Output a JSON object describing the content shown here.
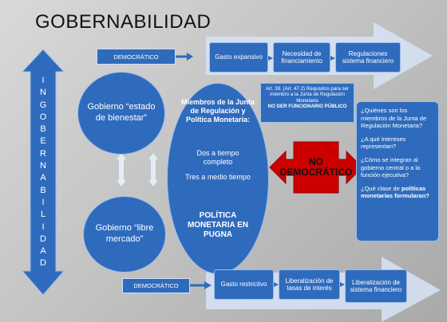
{
  "title": "GOBERNABILIDAD",
  "side_word": "INGOBERNABILIDAD",
  "top_tag": "DEMOCRÁTICO",
  "top_boxes": [
    "Gasto expansivo",
    "Necesidad de financiamiento",
    "Regulaciones sistema financiero"
  ],
  "bottom_tag": "DEMOCRÁTICO",
  "bottom_boxes": [
    "Gasto restrictivo",
    "Liberalización de tasas de interés",
    "Liberalización de sistema financiero"
  ],
  "circle_top": "Gobierno “estado de bienestar”",
  "circle_bottom": "Gobierno “libre mercado”",
  "oval": {
    "heading": "Miembros de la Junta de Regulación y Política Monetaria:",
    "line1": "Dos a tiempo completo",
    "line2": "Tres a medio tiempo",
    "footer": "POLÍTICA MONETARIA EN PUGNA"
  },
  "requirement_box": {
    "text": "Art. 39. (Art. 47.2) Requisitos para ser miembro a la Junta de Regulación Monetaria",
    "bold": "NO DER FUNCIONARIO PÚBLICO"
  },
  "no_democratico": "NO DEMOCRÁTICO",
  "questions": [
    "¿Quiénes son los miembros de la Junta de Regulación Monetaria?",
    "¿A qué intereses representan?",
    "¿Cómo se integran al gobierno central o a la función ejecutiva?",
    "¿Qué clase de",
    "políticas monetarias formularan?"
  ],
  "colors": {
    "box_blue": "#2f6bbd",
    "arrow_blue": "#2f6bbd",
    "faint_arrow": "#d6e4f6",
    "red": "#cc0000"
  }
}
